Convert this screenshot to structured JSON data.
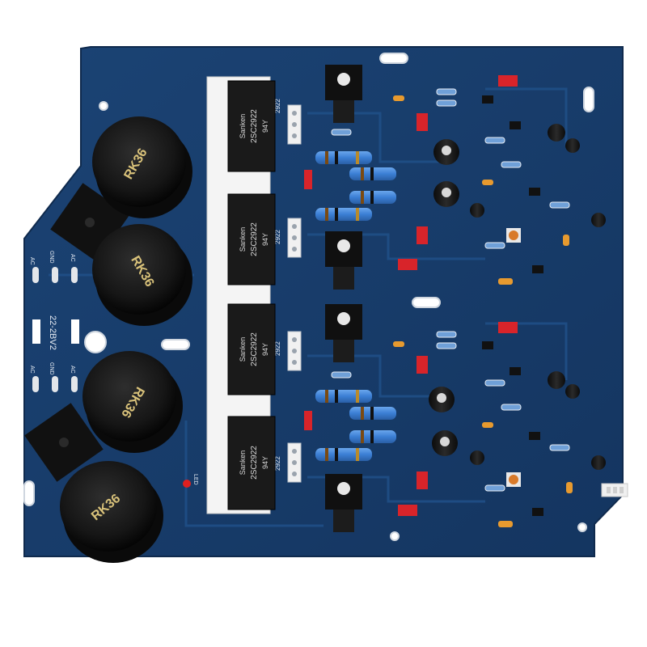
{
  "board": {
    "colors": {
      "pcb": "#173a66",
      "pcb_edge": "#0f2a4d",
      "trace": "#1e4d82",
      "silkscreen": "#e9eef5",
      "capacitor": "#141414",
      "resistor_blue": "#3b7fd4",
      "smd_red": "#d8242a",
      "heatsink": "#ededed"
    },
    "capacitors": [
      {
        "label": "RK36"
      },
      {
        "label": "RK36"
      },
      {
        "label": "RK36"
      },
      {
        "label": "RK36"
      }
    ],
    "transistors": [
      {
        "brand": "Sanken",
        "part": "2SC2922",
        "code": "94Y"
      },
      {
        "brand": "Sanken",
        "part": "2SC2922",
        "code": "94Y"
      },
      {
        "brand": "Sanken",
        "part": "2SC2922",
        "code": "94Y"
      },
      {
        "brand": "Sanken",
        "part": "2SC2922",
        "code": "94Y"
      }
    ],
    "silkscreen": {
      "board_id": "22-2BV2",
      "ac": "AC",
      "gnd": "GND",
      "led": "LED",
      "part_marks": [
        "2922",
        "2922",
        "2922",
        "2922"
      ]
    }
  }
}
